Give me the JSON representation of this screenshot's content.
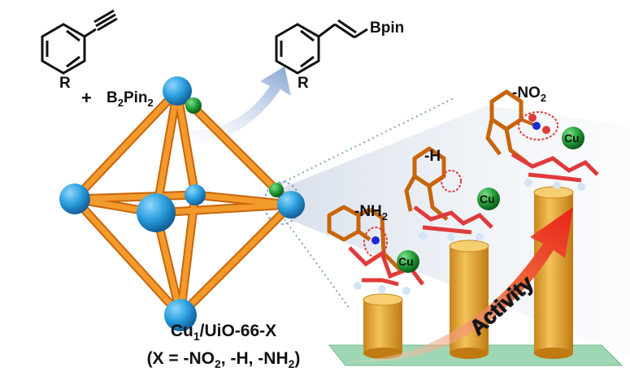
{
  "reactant": {
    "substituent": "R"
  },
  "reagent": {
    "plus": "+",
    "name": "B",
    "sub1": "2",
    "name2": "Pin",
    "sub2": "2"
  },
  "product": {
    "group": "Bpin",
    "substituent": "R"
  },
  "sites": {
    "nh2": {
      "prefix": "-NH",
      "sub": "2",
      "metal": "Cu"
    },
    "h": {
      "label": "-H",
      "metal": "Cu"
    },
    "no2": {
      "prefix": "-NO",
      "sub": "2",
      "metal": "Cu"
    }
  },
  "activity_label": "Activity",
  "bars": {
    "values": [
      1,
      2,
      3
    ]
  },
  "catalyst": {
    "line1_a": "Cu",
    "line1_sub": "1",
    "line1_b": "/UiO-66-X",
    "line2_a": "(X = -NO",
    "line2_sub": "2",
    "line2_b": ", -H, -NH",
    "line2_sub2": "2",
    "line2_c": ")"
  },
  "colors": {
    "strut": "#f08a1c",
    "node": "#2a9fdc",
    "cu": "#27a33a",
    "bar": "#e2a52c",
    "base": "#9fd7b4",
    "arrow": "#e8331f",
    "nitrogen": "#1c2bd8"
  }
}
